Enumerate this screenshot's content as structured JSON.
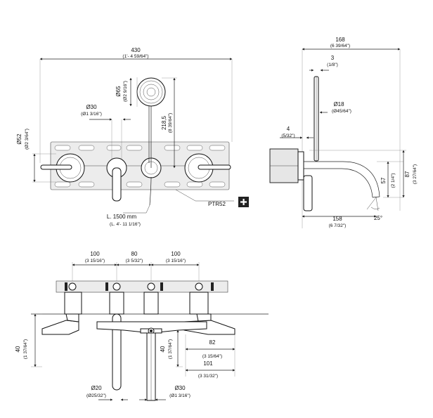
{
  "front_view": {
    "width_mm": "430",
    "width_in": "(1'- 4 59/64\")",
    "head_diameter_mm": "Ø65",
    "head_diameter_in": "(Ø2 9/16\")",
    "handle_diameter_mm": "Ø30",
    "handle_diameter_in": "(Ø1 3/16\")",
    "height_mm": "218,5",
    "height_in": "(8 39/64\")",
    "rosette_diameter_mm": "Ø52",
    "rosette_diameter_in": "(Ø2 3/64\")",
    "hose_length_mm": "L. 1500 mm",
    "hose_length_in": "(L. 4'- 11 1/16\")",
    "plate_code": "PTR52",
    "plate_code_icon": "plus-icon"
  },
  "side_view": {
    "depth_mm": "168",
    "depth_in": "(6 39/64\")",
    "gap_mm": "3",
    "gap_in": "(1/8\")",
    "holder_diameter_mm": "Ø18",
    "holder_diameter_in": "(Ø45/64\")",
    "rosette_mm": "4",
    "rosette_in": "(5/32\")",
    "spout_height_mm": "57",
    "spout_height_in": "(2 1/4\")",
    "total_height_mm": "87",
    "total_height_in": "(3 27/64\")",
    "spout_reach_mm": "158",
    "spout_reach_in": "(6 7/32\")",
    "spout_angle": "25°"
  },
  "bottom_view": {
    "spacing_1_mm": "100",
    "spacing_1_in": "(3 15/16\")",
    "spacing_2_mm": "80",
    "spacing_2_in": "(3 5/32\")",
    "spacing_3_mm": "100",
    "spacing_3_in": "(3 15/16\")",
    "left_depth_mm": "40",
    "left_depth_in": "(1 37/64\")",
    "mid_depth_mm": "40",
    "mid_depth_in": "(1 37/64\")",
    "offset_mm": "82",
    "offset_in": "(3 15/64\")",
    "projection_mm": "101",
    "projection_in": "(3 31/32\")",
    "pipe_diameter_mm": "Ø20",
    "pipe_diameter_in": "(Ø25/32\")",
    "hose_diameter_mm": "Ø30",
    "hose_diameter_in": "(Ø1 3/16\")"
  }
}
